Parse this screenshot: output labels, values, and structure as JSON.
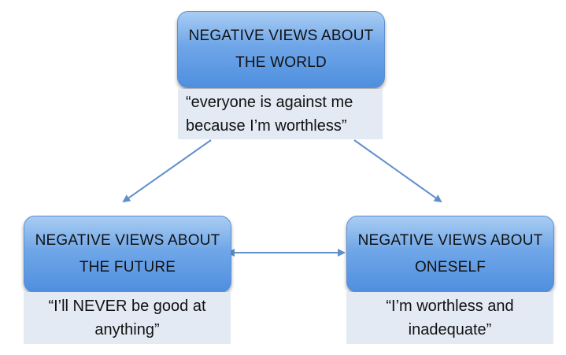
{
  "nodes": {
    "top": {
      "title": "NEGATIVE VIEWS ABOUT\nTHE WORLD",
      "note": "“everyone is against me\nbecause I’m worthless”"
    },
    "left": {
      "title": "NEGATIVE VIEWS ABOUT\nTHE FUTURE",
      "note": "“I’ll NEVER be good at\nanything”"
    },
    "right": {
      "title": "NEGATIVE VIEWS ABOUT\nONESELF",
      "note": "“I’m worthless and\ninadequate”"
    }
  },
  "colors": {
    "node_fill_top": "#a9cdf3",
    "node_fill_bottom": "#4f8fdf",
    "note_fill": "#e3eaf4",
    "arrow": "#5f8fcb"
  }
}
